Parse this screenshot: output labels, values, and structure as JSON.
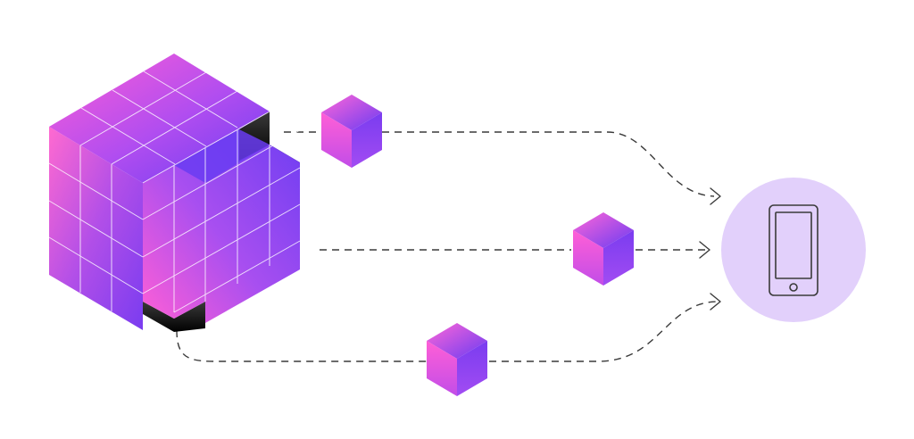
{
  "diagram": {
    "type": "illustration",
    "description_free": true,
    "colors": {
      "background": "#ffffff",
      "cube_pink": "#ff5fd6",
      "cube_purple": "#6a3cf2",
      "cube_violet": "#8b3cff",
      "grid_line": "#ffffff",
      "hole_dark": "#000000",
      "arrow_stroke": "#3a3a3a",
      "phone_circle": "#e2d0fb",
      "phone_stroke": "#3a3a3a"
    },
    "icons": {
      "large_cube": "modular-cube-icon",
      "small_cube": "data-block-icon",
      "device": "smartphone-icon",
      "arrow": "dashed-arrow"
    },
    "flows": [
      {
        "name": "top-flow",
        "block_count": 1
      },
      {
        "name": "middle-flow",
        "block_count": 1
      },
      {
        "name": "bottom-flow",
        "block_count": 1
      }
    ]
  }
}
